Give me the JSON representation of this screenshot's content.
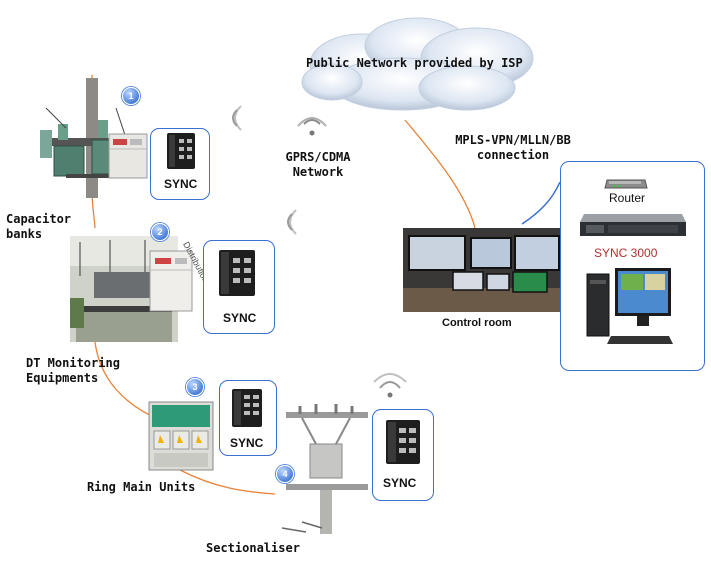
{
  "cloud": {
    "label": "Public Network provided by ISP"
  },
  "gprs": {
    "label_line1": "GPRS/CDMA",
    "label_line2": "Network"
  },
  "mpls": {
    "label_line1": "MPLS-VPN/MLLN/BB",
    "label_line2": "connection"
  },
  "sites": [
    {
      "badge": "1",
      "device": "SYNC",
      "caption_line1": "Capacitor",
      "caption_line2": "banks"
    },
    {
      "badge": "2",
      "device": "SYNC",
      "caption_line1": "DT Monitoring",
      "caption_line2": "Equipments",
      "side_text": "Distribution Network"
    },
    {
      "badge": "3",
      "device": "SYNC",
      "caption_line1": "Ring Main Units"
    },
    {
      "badge": "4",
      "device": "SYNC",
      "caption_line1": "Sectionaliser"
    }
  ],
  "control_room": {
    "label": "Control room",
    "router": "Router",
    "server": "SYNC 3000"
  },
  "colors": {
    "link": "#e8843c",
    "callout_border": "#3b6fd0",
    "badge": "#4a7fd8",
    "server_text": "#b03030"
  }
}
